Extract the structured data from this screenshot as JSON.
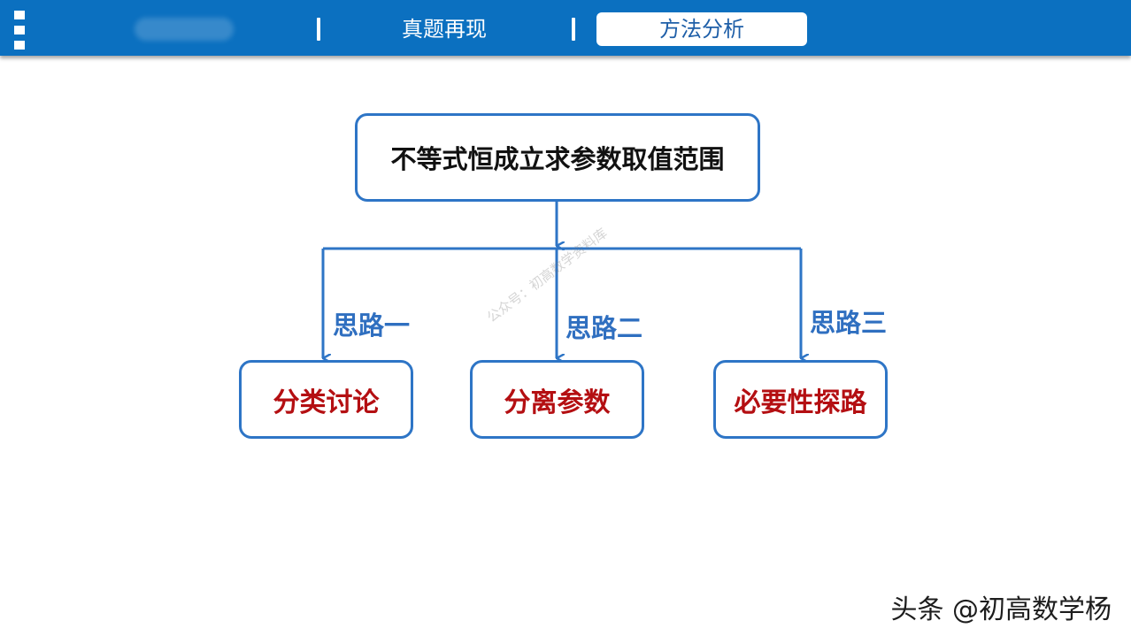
{
  "header": {
    "tabs": [
      {
        "label": "真题再现",
        "active": false
      },
      {
        "label": "方法分析",
        "active": true
      }
    ],
    "bar_color": "#0b70c0"
  },
  "diagram": {
    "root": "不等式恒成立求参数取值范围",
    "branches": [
      {
        "route": "思路一",
        "method": "分类讨论"
      },
      {
        "route": "思路二",
        "method": "分离参数"
      },
      {
        "route": "思路三",
        "method": "必要性探路"
      }
    ],
    "colors": {
      "border": "#2e75c6",
      "route_label": "#2f6fc0",
      "method_text": "#b40f12"
    }
  },
  "watermark": "公众号：初高数学资料库",
  "credit": "头条 @初高数学杨"
}
